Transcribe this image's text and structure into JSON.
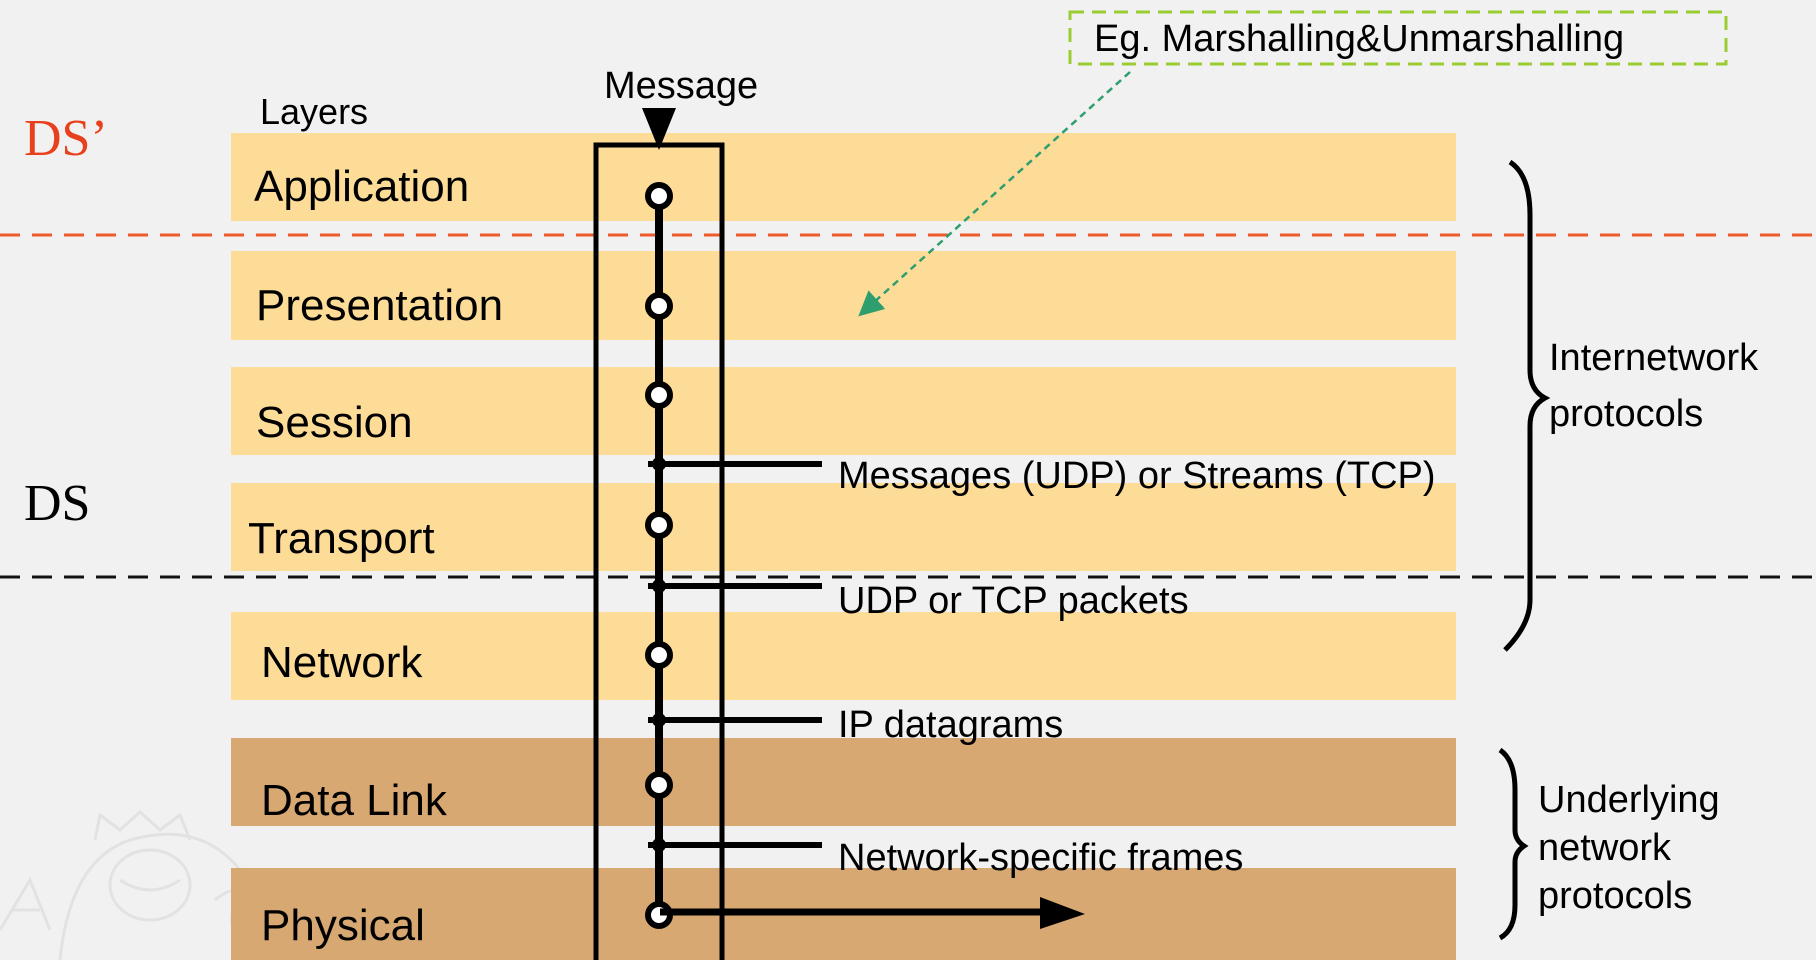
{
  "header": {
    "layers_label": "Layers",
    "message_label": "Message",
    "example_note": "Eg. Marshalling&Unmarshalling"
  },
  "ds_labels": {
    "ds_prime": "DS’",
    "ds": "DS"
  },
  "layers": [
    {
      "label": "Application",
      "kind": "internetwork"
    },
    {
      "label": "Presentation",
      "kind": "internetwork"
    },
    {
      "label": "Session",
      "kind": "internetwork"
    },
    {
      "label": "Transport",
      "kind": "internetwork"
    },
    {
      "label": "Network",
      "kind": "internetwork"
    },
    {
      "label": "Data Link",
      "kind": "underlying"
    },
    {
      "label": "Physical",
      "kind": "underlying"
    }
  ],
  "transfer_units": [
    "Messages (UDP) or Streams (TCP)",
    "UDP or TCP packets",
    "IP datagrams",
    "Network-specific frames"
  ],
  "groups": {
    "internetwork": [
      "Internetwork",
      "protocols"
    ],
    "underlying": [
      "Underlying",
      "network",
      "protocols"
    ]
  },
  "colors": {
    "background": "#f1f1f1",
    "internetwork_band": "#fddc98",
    "underlying_band": "#d7a872",
    "ds_prime_text": "#e8401c",
    "ds_prime_line": "#ee5a2c",
    "ds_line": "#111111",
    "note_border": "#9acd32",
    "note_arrow": "#2e9e6e",
    "ink": "#000000"
  }
}
